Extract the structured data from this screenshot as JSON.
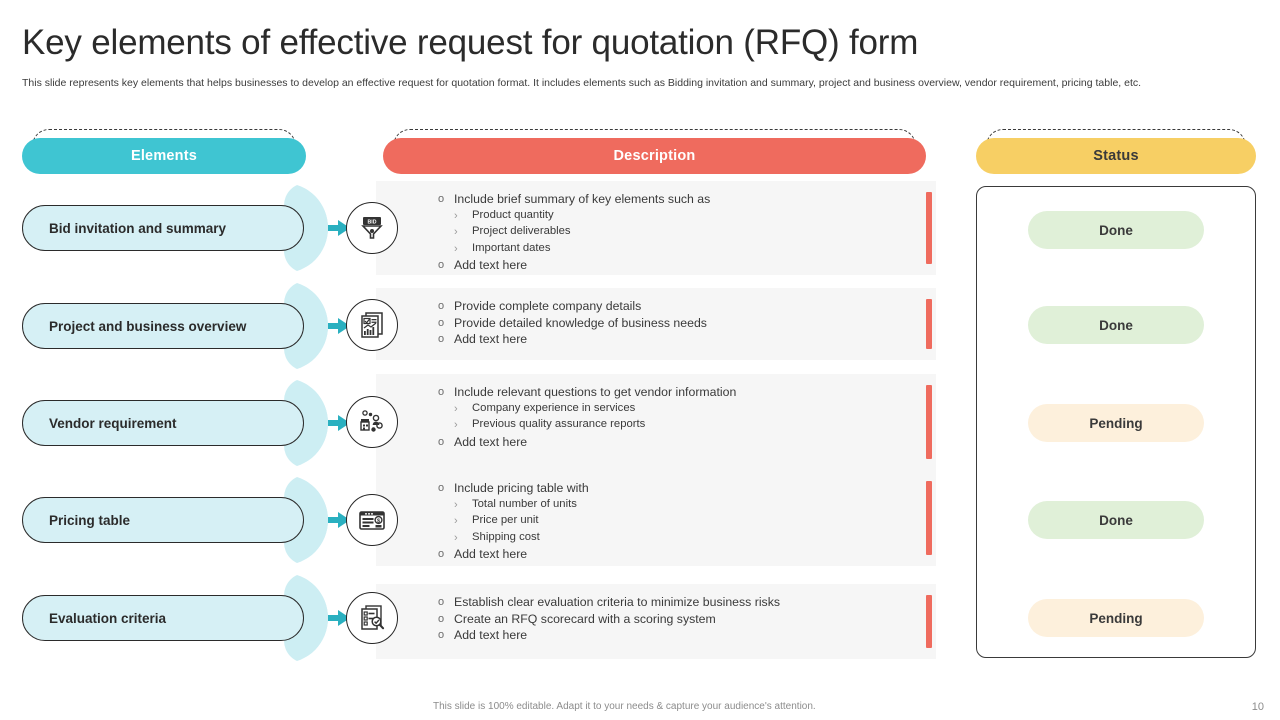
{
  "slide": {
    "title": "Key elements of effective request for quotation (RFQ) form",
    "subtitle": "This slide represents key elements that helps businesses to develop an effective request for quotation format. It includes elements such as Bidding invitation and summary, project and business overview, vendor requirement, pricing table, etc.",
    "footer_note": "This slide is 100% editable. Adapt it to your needs & capture your audience's attention.",
    "page_number": "10"
  },
  "colors": {
    "elements_header": "#3fc5d2",
    "description_header": "#ef6b5e",
    "status_header": "#f7cf64",
    "element_pill": "#d6f0f5",
    "leaf": "#cdeef3",
    "arrow": "#2ab0c0",
    "accent_bar": "#ef6b5e",
    "status_done": "#e0f0d8",
    "status_pending": "#fdf0dc",
    "panel_bg": "#f6f6f6"
  },
  "headers": {
    "elements": "Elements",
    "description": "Description",
    "status": "Status"
  },
  "rows": [
    {
      "element": "Bid invitation and summary",
      "icon": "bid-funnel-icon",
      "bullets": [
        {
          "level": 1,
          "text": "Include brief summary of key elements such as"
        },
        {
          "level": 2,
          "text": "Product quantity"
        },
        {
          "level": 2,
          "text": "Project deliverables"
        },
        {
          "level": 2,
          "text": "Important dates"
        },
        {
          "level": 1,
          "text": "Add text here"
        }
      ],
      "status": "Done",
      "status_type": "done"
    },
    {
      "element": "Project and business overview",
      "icon": "report-chart-icon",
      "bullets": [
        {
          "level": 1,
          "text": "Provide  complete company  details"
        },
        {
          "level": 1,
          "text": "Provide  detailed knowledge  of business needs"
        },
        {
          "level": 1,
          "text": "Add text here"
        }
      ],
      "status": "Done",
      "status_type": "done"
    },
    {
      "element": "Vendor requirement",
      "icon": "vendor-warehouse-icon",
      "bullets": [
        {
          "level": 1,
          "text": "Include relevant  questions to get vendor  information"
        },
        {
          "level": 2,
          "text": "Company experience in services"
        },
        {
          "level": 2,
          "text": "Previous quality assurance reports"
        },
        {
          "level": 1,
          "text": "Add text here"
        }
      ],
      "status": "Pending",
      "status_type": "pending"
    },
    {
      "element": "Pricing table",
      "icon": "pricing-card-icon",
      "bullets": [
        {
          "level": 1,
          "text": "Include pricing table with"
        },
        {
          "level": 2,
          "text": "Total number of units"
        },
        {
          "level": 2,
          "text": "Price per unit"
        },
        {
          "level": 2,
          "text": "Shipping cost"
        },
        {
          "level": 1,
          "text": "Add text here"
        }
      ],
      "status": "Done",
      "status_type": "done"
    },
    {
      "element": "Evaluation criteria",
      "icon": "checklist-magnifier-icon",
      "bullets": [
        {
          "level": 1,
          "text": "Establish clear evaluation  criteria to minimize  business risks"
        },
        {
          "level": 1,
          "text": "Create an RFQ  scorecard with a scoring system"
        },
        {
          "level": 1,
          "text": "Add text here"
        }
      ],
      "status": "Pending",
      "status_type": "pending"
    }
  ],
  "bullet_marks": {
    "level1": "o",
    "level2": "›"
  }
}
